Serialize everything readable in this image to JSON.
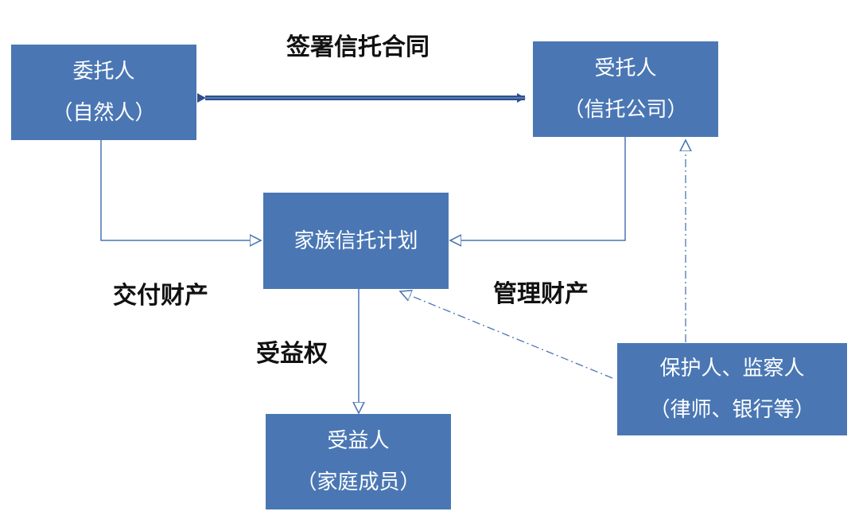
{
  "colors": {
    "box_fill": "#4a77b4",
    "box_text": "#ffffff",
    "label_text": "#111111",
    "connector": "#4a77b4",
    "thick_connector": "#2e4f8f"
  },
  "nodes": {
    "settlor": {
      "line1": "委托人",
      "line2": "（自然人）"
    },
    "trustee": {
      "line1": "受托人",
      "line2": "（信托公司）"
    },
    "trust_plan": {
      "line1": "家族信托计划"
    },
    "beneficiary": {
      "line1": "受益人",
      "line2": "（家庭成员）"
    },
    "protector": {
      "line1": "保护人、监察人",
      "line2": "（律师、银行等）"
    }
  },
  "edges": {
    "sign_contract": "签署信托合同",
    "deliver_property": "交付财产",
    "manage_property": "管理财产",
    "beneficial_rights": "受益权"
  }
}
